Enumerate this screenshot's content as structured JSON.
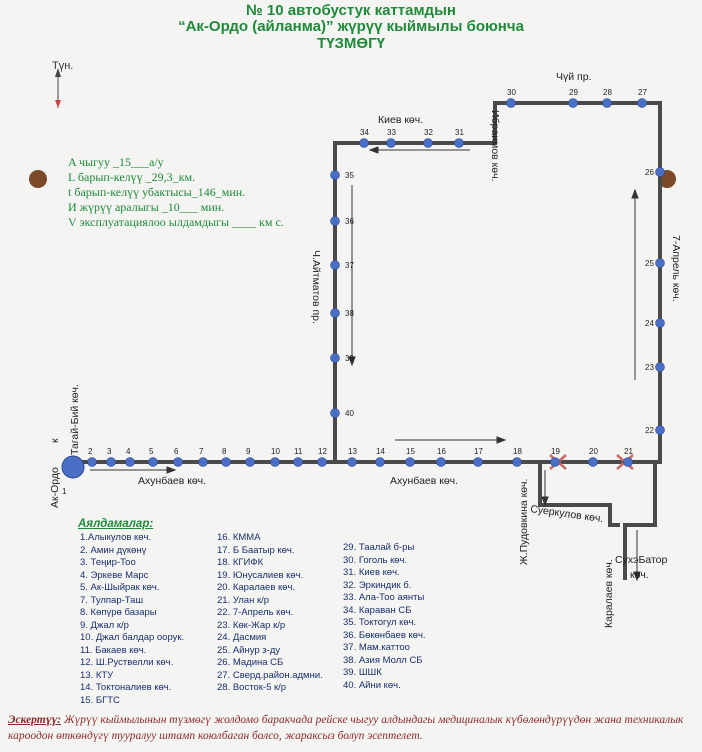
{
  "title": {
    "line1": "№ 10  автобустук каттамдын",
    "line2": "“Ак-Ордо (айланма)” жүрүү кыймылы боюнча",
    "line3": "ТҮЗМӨГҮ"
  },
  "north": {
    "label": "Түн."
  },
  "params": [
    "A чыгуу   _15___а/у",
    "L барып-келүү  _29,3_км.",
    "t барып-келүү убактысы_146_мин.",
    "И жүрүү аралыгы _10___     мин.",
    "V эксплуатациялоо ылдамдыгы ____ км с."
  ],
  "streets": {
    "ak_ordo": "Ак-Ордо",
    "ak_ordo_suffix": "к",
    "tagai_biy": "Тагай-Бий көч.",
    "akhunbaev_1": "Ахунбаев  көч.",
    "akhunbaev_2": "Ахунбаев көч.",
    "kiev": "Киев көч.",
    "chuy": "Чүй пр.",
    "ibraimov": "Ибраимов көч.",
    "aitmatov": "Ч.Айтматов пр.",
    "april7": "7-Апрель көч.",
    "pudovkina": "Ж.Пудовкина көч.",
    "suerkulov": "Суеркулов көч.",
    "karalaev": "Каралаев көч.",
    "sukhe": "СухэБатор",
    "sukhe2": "көч."
  },
  "stop_numbers": [
    "1",
    "2",
    "3",
    "4",
    "5",
    "6",
    "7",
    "8",
    "9",
    "10",
    "11",
    "12",
    "13",
    "14",
    "15",
    "16",
    "17",
    "18",
    "19",
    "20",
    "21",
    "22",
    "23",
    "24",
    "25",
    "26",
    "27",
    "28",
    "29",
    "30",
    "31",
    "32",
    "33",
    "34",
    "35",
    "36",
    "37",
    "38",
    "39",
    "40"
  ],
  "legend": {
    "title": "Аялдамалар:",
    "col1": [
      "1.Алыкулов көч.",
      "2. Амин дүкөнү",
      "3. Теңир-Тоо",
      "4. Эркеве Марс",
      "5. Ак-Шыйрак көч.",
      "7. Тулпар-Таш",
      "8. Көпүрө базары",
      "9. Джал к/р",
      "10. Джал балдар оорук.",
      "11. Бакаев көч.",
      "12. Ш.Руствелли көч.",
      "13. КТУ",
      "14. Токтоналиев көч.",
      "15. БГТС"
    ],
    "col2": [
      "16. КММА",
      "17. Б Баатыр көч.",
      "18. КГИФК",
      "19. Юнусалиев көч.",
      "20. Каралаев көч.",
      "21. Улан к/р",
      "22. 7-Апрель көч.",
      "23. Көк-Жар к/р",
      "24. Дасмия",
      "25. Айнур з-ду",
      "26. Мадина СБ",
      "27. Сверд.район.адмни.",
      "28. Восток-5 к/р"
    ],
    "col3": [
      "29. Таалай б-ры",
      "30. Гоголь көч.",
      "31. Киев көч.",
      "32. Эркиндик б.",
      "33. Ала-Тоо аянты",
      "34. Караван СБ",
      "35. Токтогул көч.",
      "36. Бөкөнбаев көч.",
      "37. Мам.каттоо",
      "38. Азия Молл СБ",
      "39. ШШК",
      "40. Айни көч."
    ]
  },
  "note": {
    "label": "Эскертүү:",
    "text": " Жүрүү кыймылынын түзмөгү жолдомо баракчада рейске чыгуу алдындагы медициналык күбөлөндүрүүдөн жана техникалык кароодон өткөндүгү тууралуу штамп коюлбаган болсо, жараксыз болуп эсептелет."
  },
  "colors": {
    "route": "#4a4a4a",
    "stop": "#4a6fc4",
    "title": "#1f8a3a",
    "cross": "#c86a6a",
    "marker": "#7a4a2a"
  }
}
